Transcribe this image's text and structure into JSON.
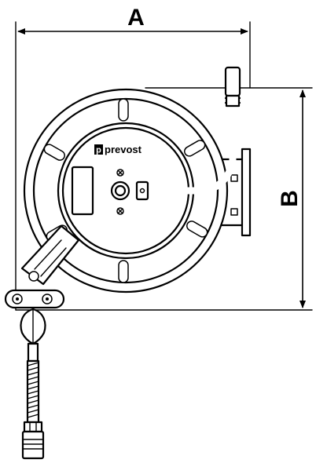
{
  "dimensions": {
    "width_label": "A",
    "height_label": "B"
  },
  "brand": {
    "name": "prevost",
    "logo_letter": "p"
  },
  "colors": {
    "line": "#000000",
    "background": "#ffffff"
  }
}
